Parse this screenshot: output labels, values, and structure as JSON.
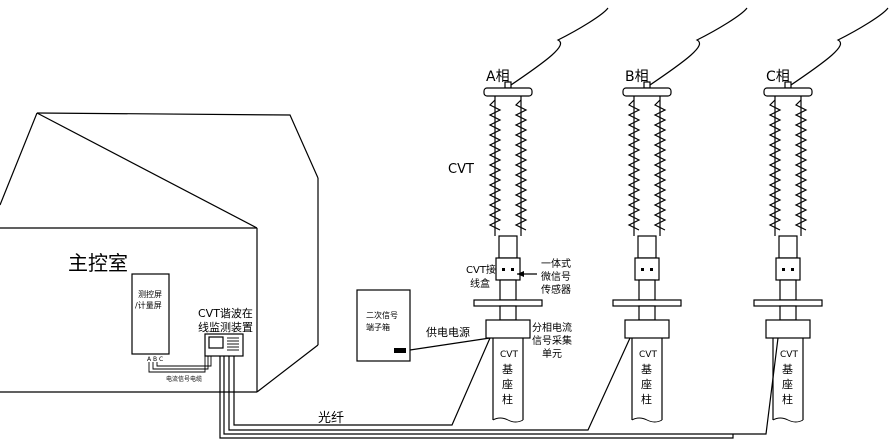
{
  "building": {
    "title": "主控室"
  },
  "cabinet": {
    "label_line1": "测控屏",
    "label_line2": "/计量屏",
    "bottom_label": "A B C"
  },
  "current_cable_label": "电流信号电缆",
  "monitor": {
    "label_line1": "CVT谐波在",
    "label_line2": "线监测装置"
  },
  "terminal_box": {
    "label_line1": "二次信号",
    "label_line2": "端子箱"
  },
  "power_label": "供电电源",
  "fiber_label": "光纤",
  "cvt_label": "CVT",
  "junction_box": {
    "label_line1": "CVT接",
    "label_line2": "线盒"
  },
  "sensor_label": {
    "line1": "一体式",
    "line2": "微信号",
    "line3": "传感器"
  },
  "collector_label": {
    "line1": "分相电流",
    "line2": "信号采集",
    "line3": "单元"
  },
  "phases": [
    {
      "label": "A相",
      "base_line1": "CVT",
      "base_line2": "基",
      "base_line3": "座",
      "base_line4": "柱"
    },
    {
      "label": "B相",
      "base_line1": "CVT",
      "base_line2": "基",
      "base_line3": "座",
      "base_line4": "柱"
    },
    {
      "label": "C相",
      "base_line1": "CVT",
      "base_line2": "基",
      "base_line3": "座",
      "base_line4": "柱"
    }
  ]
}
